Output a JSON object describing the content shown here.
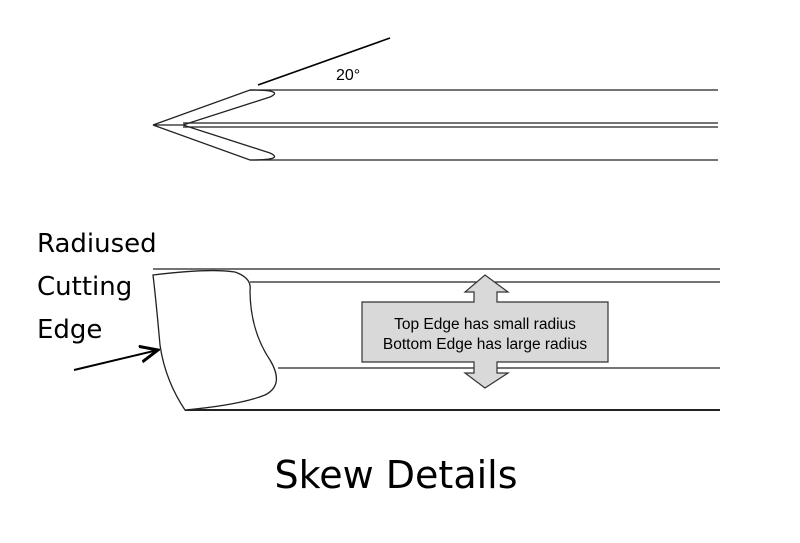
{
  "top_view": {
    "angle_label": "20°"
  },
  "side_view": {
    "callout_lines": [
      "Radiused",
      "Cutting",
      "Edge"
    ],
    "note_lines": [
      "Top Edge has small radius",
      "Bottom Edge has large radius"
    ],
    "note_fill": "#d9d9d9"
  },
  "title": "Skew Details"
}
